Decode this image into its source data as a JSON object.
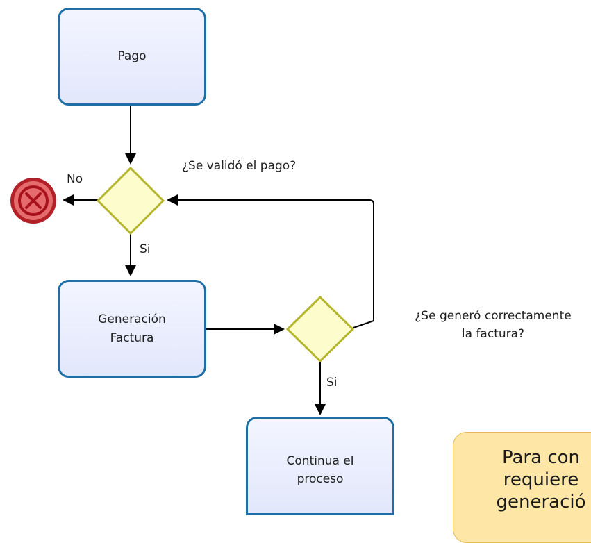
{
  "diagram": {
    "tasks": {
      "payment": "Pago",
      "invoice_generation": "Generación\nFactura",
      "continue_process": "Continua el\nproceso"
    },
    "gateways": {
      "payment_validated": {
        "question": "¿Se validó el pago?",
        "yes_label": "Si",
        "no_label": "No"
      },
      "invoice_generated": {
        "question": "¿Se generó correctamente\nla factura?",
        "yes_label": "Si"
      }
    },
    "note": {
      "text": "Para con\nrequiere\ngeneració"
    },
    "colors": {
      "task_border": "#1f6fa6",
      "task_fill": "#e6ebfd",
      "gateway_border": "#b5b52c",
      "gateway_fill": "#fcfccd",
      "end_event_border": "#a9121b",
      "end_event_fill": "#e56b6d",
      "note_fill": "#fde6a6",
      "connector": "#000000"
    }
  }
}
